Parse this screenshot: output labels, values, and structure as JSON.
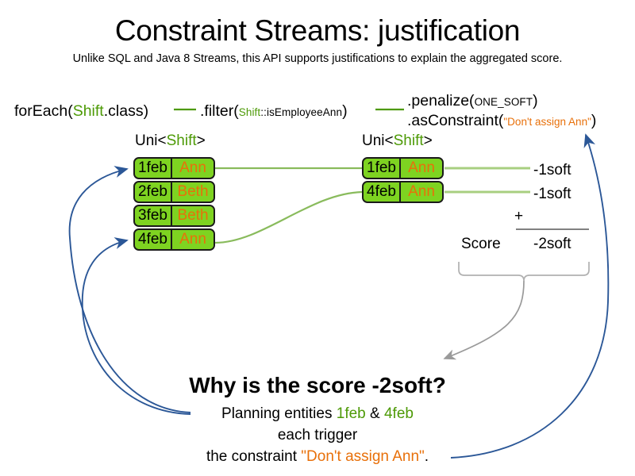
{
  "header": {
    "title": "Constraint Streams: justification",
    "subtitle": "Unlike SQL and Java 8 Streams, this API supports justifications to explain the aggregated score."
  },
  "pipeline": {
    "foreach": {
      "call": "forEach(",
      "type": "Shift",
      "suffix": ".class)"
    },
    "filter": {
      "call": ".filter(",
      "type": "Shift",
      "method": "::isEmployeeAnn",
      "suffix": ")"
    },
    "penalize": {
      "call": ".penalize(",
      "arg": "ONE_SOFT",
      "suffix": ")"
    },
    "as_constraint": {
      "call": ".asConstraint(",
      "arg": "\"Don't assign Ann\"",
      "suffix": ")"
    }
  },
  "streams": {
    "left": {
      "label_prefix": "Uni<",
      "label_type": "Shift",
      "label_suffix": ">",
      "rows": [
        {
          "date": "1feb",
          "employee": "Ann"
        },
        {
          "date": "2feb",
          "employee": "Beth"
        },
        {
          "date": "3feb",
          "employee": "Beth"
        },
        {
          "date": "4feb",
          "employee": "Ann"
        }
      ]
    },
    "right": {
      "label_prefix": "Uni<",
      "label_type": "Shift",
      "label_suffix": ">",
      "rows": [
        {
          "date": "1feb",
          "employee": "Ann"
        },
        {
          "date": "4feb",
          "employee": "Ann"
        }
      ]
    }
  },
  "score": {
    "impacts": [
      "-1soft",
      "-1soft"
    ],
    "operator": "+",
    "label": "Score",
    "total": "-2soft"
  },
  "callout": {
    "heading": "Why is the score -2soft?",
    "line1_prefix": "Planning entities ",
    "line1_entity_a": "1feb",
    "line1_conjunction": " & ",
    "line1_entity_b": "4feb",
    "line2": "each trigger",
    "line3_prefix": "the constraint ",
    "line3_constraint": "\"Don't assign Ann\"",
    "line3_suffix": "."
  },
  "colors": {
    "chip_green": "#7ed321",
    "chip_border": "#1a1a1a",
    "accent_green": "#4d9a06",
    "accent_orange": "#e8700a",
    "connector_green": "#a8cf80",
    "arrow_blue": "#2b5797",
    "brace_grey": "#b0b0b0"
  }
}
